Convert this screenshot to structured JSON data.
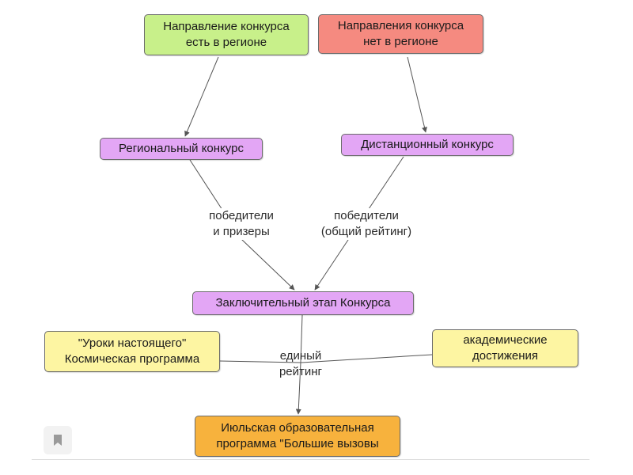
{
  "nodes": {
    "region_yes": "Направление конкурса\nесть в регионе",
    "region_no": "Направления конкурса\nнет в регионе",
    "regional": "Региональный конкурс",
    "distance": "Дистанционный конкурс",
    "final_stage": "Заключительный этап Конкурса",
    "lessons": "\"Уроки настоящего\"\nКосмическая программа",
    "academic": "академические\nдостижения",
    "july_program": "Июльская образовательная\nпрограмма \"Большие вызовы"
  },
  "edge_labels": {
    "winners_prizes": "победители\nи призеры",
    "winners_rating": "победители\n(общий рейтинг)",
    "single_rating": "единый\nрейтинг"
  },
  "colors": {
    "green": "#c8f08a",
    "red": "#f58a80",
    "purple": "#e3a6f5",
    "yellow": "#fdf5a2",
    "orange": "#f7b23d",
    "line": "#555555"
  },
  "icons": {
    "bookmark": "bookmark-icon"
  }
}
